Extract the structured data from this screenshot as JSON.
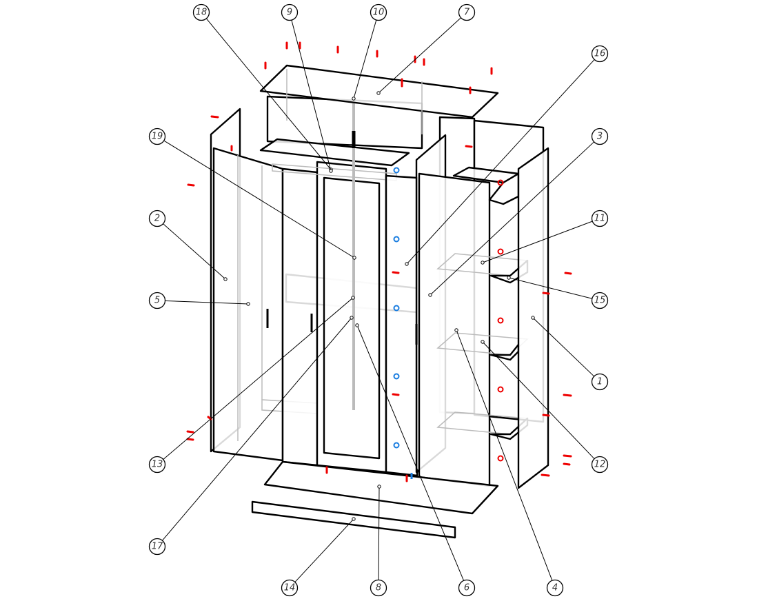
{
  "diagram": {
    "title_hidden": "",
    "callouts": [
      {
        "label": "18"
      },
      {
        "label": "9"
      },
      {
        "label": "10"
      },
      {
        "label": "7"
      },
      {
        "label": "16"
      },
      {
        "label": "19"
      },
      {
        "label": "3"
      },
      {
        "label": "2"
      },
      {
        "label": "11"
      },
      {
        "label": "5"
      },
      {
        "label": "15"
      },
      {
        "label": "1"
      },
      {
        "label": "13"
      },
      {
        "label": "12"
      },
      {
        "label": "17"
      },
      {
        "label": "14"
      },
      {
        "label": "8"
      },
      {
        "label": "6"
      },
      {
        "label": "4"
      }
    ],
    "colors": {
      "fastener_red": "#e00000",
      "fastener_blue": "#1a7de0",
      "line": "#000000"
    }
  }
}
